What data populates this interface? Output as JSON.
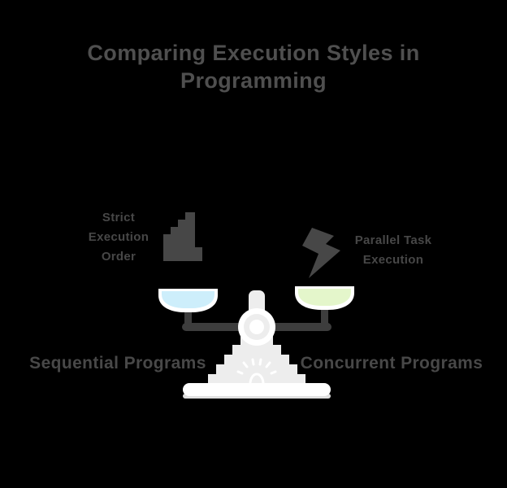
{
  "title": "Comparing Execution Styles in Programming",
  "features": {
    "left": {
      "icon": "stairs-icon",
      "lines": [
        "Strict",
        "Execution",
        "Order"
      ]
    },
    "right": {
      "icon": "lightning-icon",
      "lines": [
        "Parallel Task",
        "Execution"
      ]
    }
  },
  "scale": {
    "left_label": "Sequential Programs",
    "right_label": "Concurrent Programs"
  },
  "colors": {
    "background": "#000000",
    "title_text": "#4f4f4f",
    "body_text": "#474747",
    "icon_fill": "#474747",
    "beam": "#3d3d3d",
    "pan_left_fill": "#cdeefb",
    "pan_right_fill": "#e4f6cb",
    "pan_rim": "#ffffff",
    "scale_body": "#ededed",
    "scale_white": "#ffffff",
    "platform_shadow": "#e0e0e0"
  }
}
